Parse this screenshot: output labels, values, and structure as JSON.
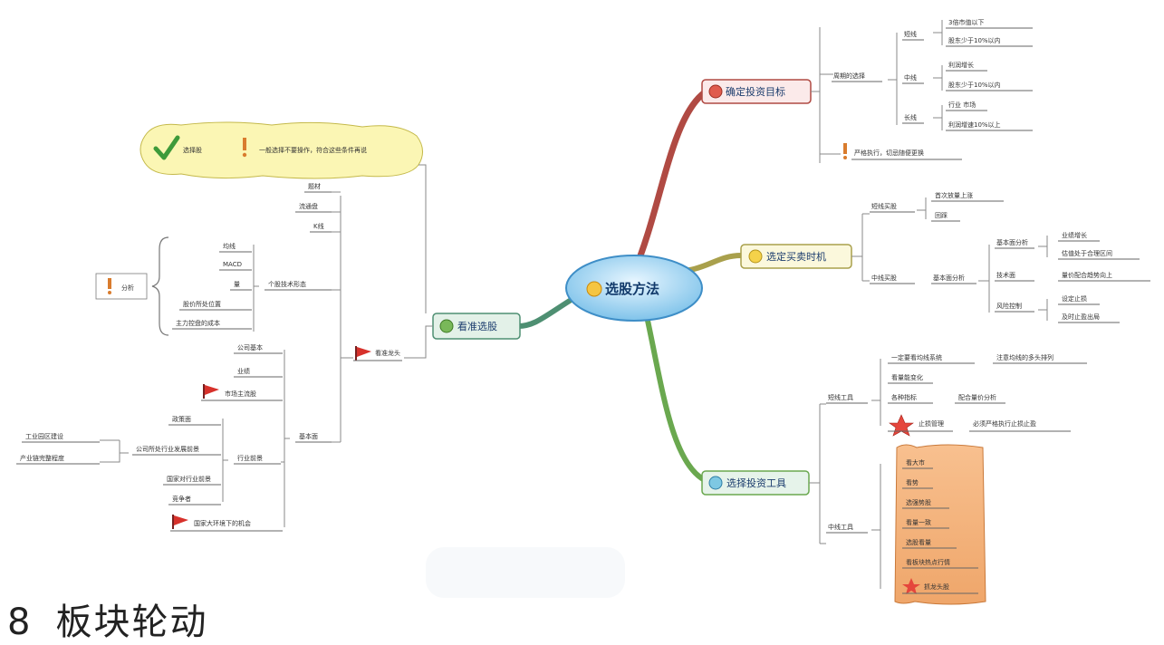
{
  "center": {
    "label": "选股方法"
  },
  "branch1": {
    "label": "确定投资目标",
    "node": "周期的选择",
    "groups": [
      {
        "label": "短线",
        "items": [
          "3倍市值以下",
          "股东少于10%以内"
        ]
      },
      {
        "label": "中线",
        "items": [
          "利润增长",
          "股东少于10%以内"
        ]
      },
      {
        "label": "长线",
        "items": [
          "行业 市场",
          "利润增速10%以上"
        ]
      }
    ],
    "note": "严格执行，切忌随便更换"
  },
  "branch2": {
    "label": "选定买卖时机",
    "n1": "短线买股",
    "n1_items": [
      "首次放量上涨",
      "回踩"
    ],
    "n2": "中线买股",
    "n2_mid": "基本面分析",
    "groups": [
      {
        "label": "基本面分析",
        "items": [
          "业绩增长",
          "估值处于合理区间"
        ]
      },
      {
        "label": "技术面",
        "items": [
          "量价配合趋势向上"
        ]
      },
      {
        "label": "风险控制",
        "items": [
          "设定止损",
          "及时止盈出局"
        ]
      }
    ]
  },
  "branch3": {
    "label": "选择投资工具",
    "n1": "短线工具",
    "rows": [
      "一定要看均线系统",
      "看量能变化",
      "各种指标",
      "止损管理"
    ],
    "row_ext": [
      "注意均线的多头排列",
      "",
      "配合量价分析",
      "必须严格执行止损止盈"
    ],
    "n2": "中线工具",
    "scroll_items": [
      "看大市",
      "看势",
      "选强势股",
      "看量一致",
      "选股看量",
      "看板块热点行情",
      "抓龙头股"
    ]
  },
  "branch4": {
    "label": "看准选股",
    "callout_check": "选择股",
    "callout_note": "一般选择不要操作，符合这些条件再说",
    "mark": "看准龙头",
    "top_items": [
      "题材",
      "流通盘",
      "K线"
    ],
    "tech_label": "个股技术形态",
    "tech_items": [
      "均线",
      "MACD",
      "量",
      "股价所处位置",
      "主力控盘的成本"
    ],
    "aside_label": "分析",
    "fund_label": "基本面",
    "fund_items": [
      "公司基本",
      "业绩",
      "市场主流股"
    ],
    "industry_label": "行业前景",
    "industry_items": [
      "政策面",
      "公司所处行业发展前景",
      "国家对行业前景",
      "竞争者"
    ],
    "industry_left": [
      "工业园区建设",
      "产业链完整程度"
    ],
    "last": "国家大环境下的机会"
  },
  "footer": {
    "number": "8",
    "title": "板块轮动"
  },
  "colors": {
    "center_fill": "#bde2f5",
    "branch_red": "#b04a43",
    "branch_green": "#6aa84f",
    "branch_olive": "#a9a04c",
    "callout": "#fbf6b4",
    "scroll": "#f4b27c"
  }
}
